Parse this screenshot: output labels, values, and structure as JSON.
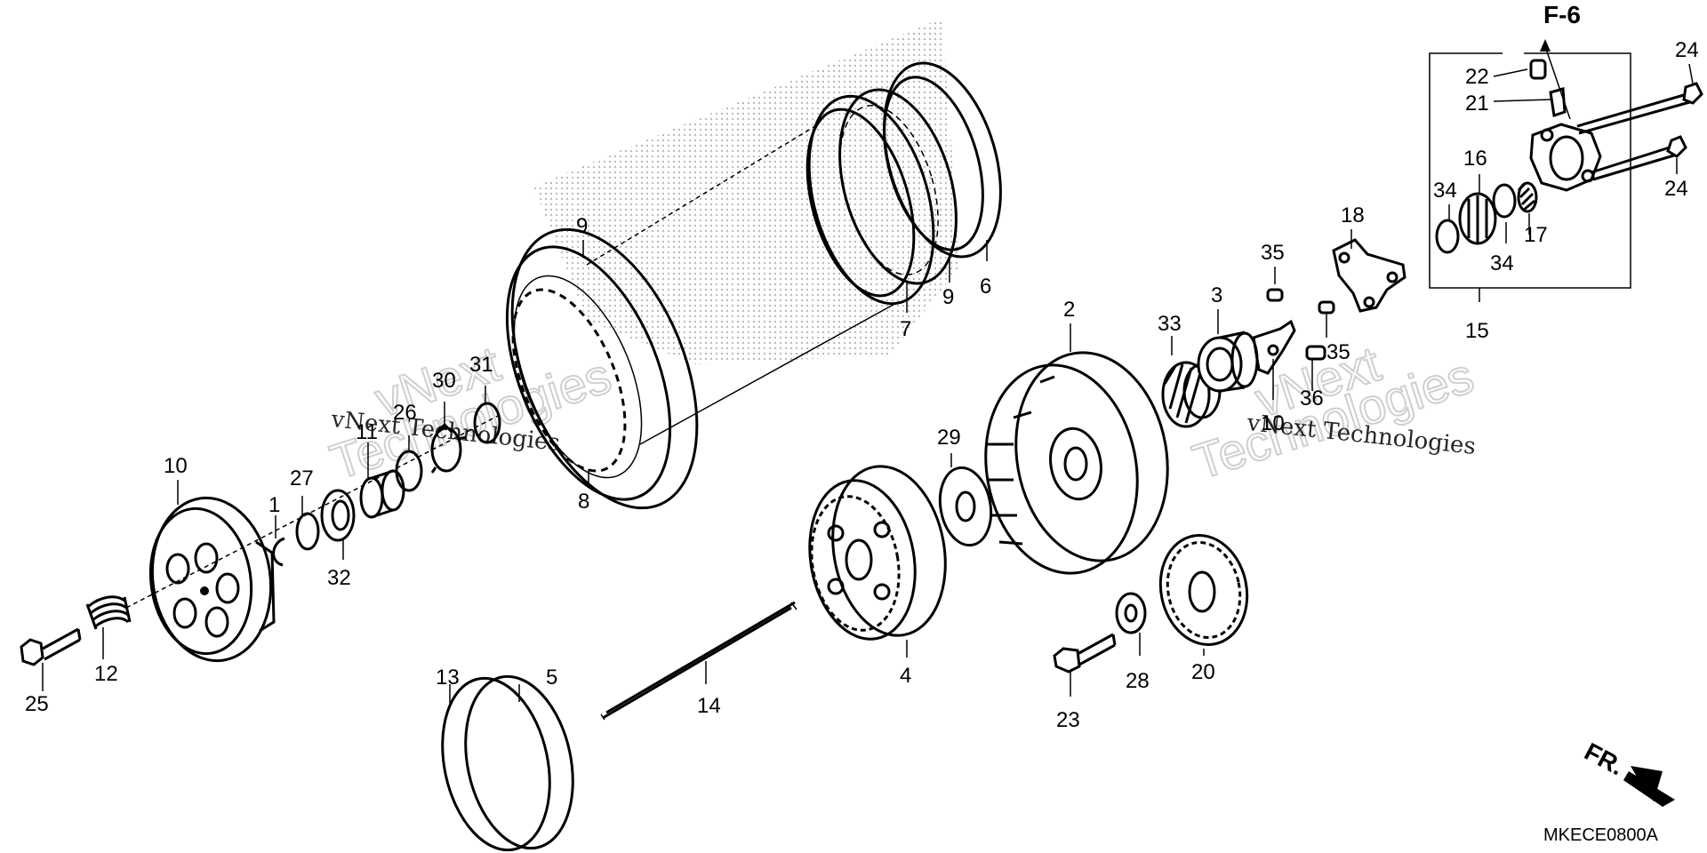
{
  "diagram": {
    "section_ref": "F-6",
    "front_marker": "FR.",
    "diagram_code": "MKECE0800A",
    "watermarks": [
      "vNext Technologies",
      "vNext Technologies",
      "vNext",
      "Technologies",
      "vNext",
      "Technologies"
    ],
    "callouts": {
      "c1": "1",
      "c2": "2",
      "c3": "3",
      "c4": "4",
      "c5": "5",
      "c6": "6",
      "c7": "7",
      "c8": "8",
      "c9a": "9",
      "c9b": "9",
      "c10": "10",
      "c11": "11",
      "c12": "12",
      "c13": "13",
      "c14": "14",
      "c15": "15",
      "c16": "16",
      "c17": "17",
      "c18": "18",
      "c20": "20",
      "c21": "21",
      "c22": "22",
      "c23": "23",
      "c24a": "24",
      "c24b": "24",
      "c25": "25",
      "c26": "26",
      "c27": "27",
      "c28": "28",
      "c29": "29",
      "c30": "30",
      "c31": "31",
      "c32": "32",
      "c33": "33",
      "c34a": "34",
      "c34b": "34",
      "c35a": "35",
      "c35b": "35",
      "c36": "36",
      "c10b": "10"
    }
  }
}
